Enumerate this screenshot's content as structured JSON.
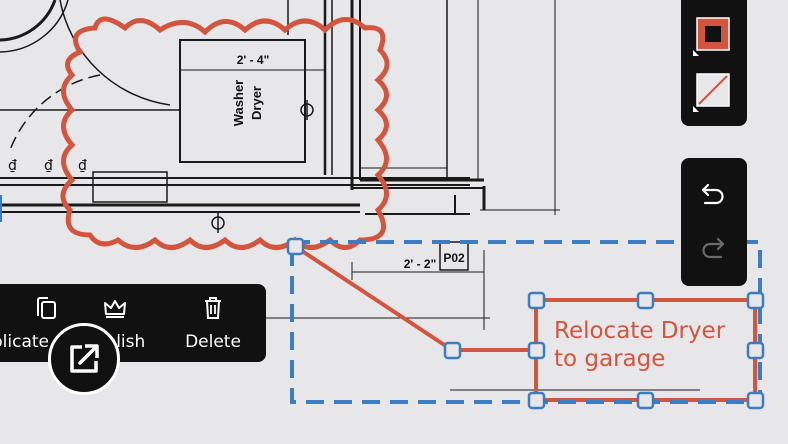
{
  "drawing": {
    "dimension_top": "2' - 4\"",
    "appliance_line1": "Washer",
    "appliance_line2": "Dryer",
    "dimension_bottom": "2' - 2\"",
    "tag": "P02"
  },
  "markup": {
    "callout_line1": "Relocate Dryer",
    "callout_line2": "to garage",
    "markup_color": "#d1553f",
    "selection_color": "#3d7cc0"
  },
  "context_menu": {
    "items": [
      {
        "label": "Duplicate",
        "icon": "duplicate-icon"
      },
      {
        "label": "Publish",
        "icon": "crown-icon"
      },
      {
        "label": "Delete",
        "icon": "trash-icon"
      }
    ]
  },
  "style_panel": {
    "items": [
      {
        "icon": "stroke-color-icon"
      },
      {
        "icon": "fill-none-icon"
      }
    ]
  },
  "history_panel": {
    "items": [
      {
        "icon": "undo-icon"
      },
      {
        "icon": "redo-icon"
      }
    ]
  },
  "floating_button": {
    "icon": "open-external-icon"
  }
}
